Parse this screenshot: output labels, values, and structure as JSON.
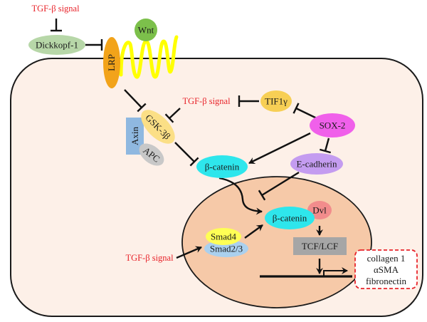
{
  "title": "Wnt/β-catenin signaling regulation diagram",
  "colors": {
    "cell_fill": "#fdf0e8",
    "nucleus_fill": "#f6c9a8",
    "signal_text": "#e8242b",
    "dickkopf": "#b7d7a8",
    "wnt": "#7cc04b",
    "lrp": "#f2a31a",
    "receptor_coil": "#ffff00",
    "gsk": "#fbdf86",
    "axin": "#8fb8e0",
    "apc": "#c8c8c8",
    "tif1g": "#f7cf55",
    "sox2": "#f060ea",
    "ecadherin": "#c49cf0",
    "beta_catenin": "#2ee6ec",
    "dvl": "#f28c8c",
    "smad4": "#ffff55",
    "smad23": "#aad0ee",
    "tcf": "#a6a6a6",
    "output_border": "#e8242b"
  },
  "nodes": {
    "tgf_top": "TGF-β signal",
    "dickkopf": "Dickkopf-1",
    "wnt": "Wnt",
    "lrp": "LRP",
    "tgf_mid": "TGF-β signal",
    "tif1g": "TIF1γ",
    "gsk": "GSK-3β",
    "axin": "Axin",
    "apc": "APC",
    "sox2": "SOX-2",
    "beta_catenin_cyto": "β-catenin",
    "ecadherin": "E-cadherin",
    "beta_catenin_nuc": "β-catenin",
    "dvl": "Dvl",
    "smad4": "Smad4",
    "smad23": "Smad2/3",
    "tgf_bottom": "TGF-β signal",
    "tcf": "TCF/LCF"
  },
  "output_genes": [
    "collagen 1",
    "αSMA",
    "fibronectin"
  ],
  "edges": [
    {
      "from": "TGF-β signal (top)",
      "to": "Dickkopf-1",
      "type": "inhibit"
    },
    {
      "from": "Dickkopf-1",
      "to": "LRP",
      "type": "inhibit"
    },
    {
      "from": "LRP",
      "to": "GSK-3β",
      "type": "inhibit"
    },
    {
      "from": "TIF1γ",
      "to": "TGF-β signal (mid)",
      "type": "inhibit"
    },
    {
      "from": "TGF-β signal (mid)",
      "to": "GSK-3β",
      "type": "inhibit"
    },
    {
      "from": "SOX-2",
      "to": "TIF1γ",
      "type": "inhibit"
    },
    {
      "from": "SOX-2",
      "to": "E-cadherin",
      "type": "inhibit"
    },
    {
      "from": "SOX-2",
      "to": "β-catenin (cytoplasm)",
      "type": "activate"
    },
    {
      "from": "GSK-3β",
      "to": "β-catenin (cytoplasm)",
      "type": "inhibit"
    },
    {
      "from": "E-cadherin",
      "to": "β-catenin translocation",
      "type": "inhibit"
    },
    {
      "from": "β-catenin (cytoplasm)",
      "to": "β-catenin (nucleus)",
      "type": "activate"
    },
    {
      "from": "TGF-β signal (bottom)",
      "to": "Smad2/3",
      "type": "activate"
    },
    {
      "from": "Smad4/Smad2/3",
      "to": "β-catenin (nucleus)",
      "type": "activate"
    },
    {
      "from": "β-catenin/Dvl",
      "to": "TCF/LCF",
      "type": "activate"
    },
    {
      "from": "TCF/LCF",
      "to": "promoter",
      "type": "activate"
    }
  ]
}
